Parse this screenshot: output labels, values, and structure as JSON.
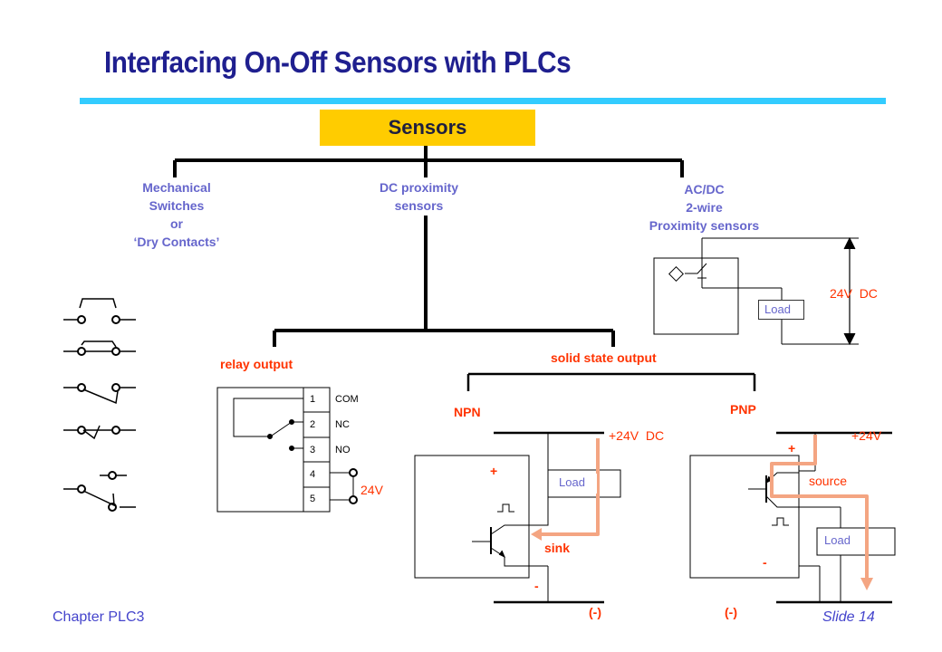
{
  "title": "Interfacing On-Off Sensors with PLCs",
  "root": "Sensors",
  "branches": {
    "mechanical": [
      "Mechanical",
      "Switches",
      "or",
      "‘Dry Contacts’"
    ],
    "dc_prox": [
      "DC proximity",
      "sensors"
    ],
    "acdc": [
      "AC/DC",
      "2-wire",
      "Proximity sensors"
    ]
  },
  "acdc_circuit": {
    "load": "Load",
    "voltage": "24V  DC"
  },
  "outputs": {
    "relay": "relay output",
    "solid_state": "solid state output",
    "npn": "NPN",
    "pnp": "PNP"
  },
  "relay_block": {
    "pins": [
      "1",
      "2",
      "3",
      "4",
      "5"
    ],
    "pin_names": [
      "COM",
      "NC",
      "NO"
    ],
    "supply": "24V"
  },
  "npn_circuit": {
    "supply": "+24V  DC",
    "load": "Load",
    "plus": "+",
    "minus": "-",
    "flow": "sink",
    "ground": "(-)"
  },
  "pnp_circuit": {
    "supply": "+24V",
    "load": "Load",
    "plus": "+",
    "minus": "-",
    "flow": "source",
    "ground": "(-)"
  },
  "footer": {
    "left": "Chapter PLC3",
    "right": "Slide 14"
  },
  "colors": {
    "title": "#1f1f8f",
    "rule": "#33ccff",
    "root_fill": "#ffcc00",
    "label_blue": "#6666cc",
    "label_orange": "#ff3300",
    "current_path": "#f4a582"
  }
}
